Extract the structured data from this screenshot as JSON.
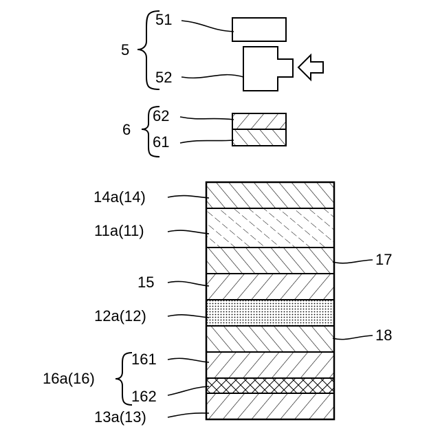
{
  "labels": {
    "group5": "5",
    "item51": "51",
    "item52": "52",
    "group6": "6",
    "item62": "62",
    "item61": "61",
    "layer14": "14a(14)",
    "layer11": "11a(11)",
    "layer17": "17",
    "layer15": "15",
    "layer12": "12a(12)",
    "layer18": "18",
    "group16": "16a(16)",
    "layer161": "161",
    "layer162": "162",
    "layer13": "13a(13)"
  }
}
